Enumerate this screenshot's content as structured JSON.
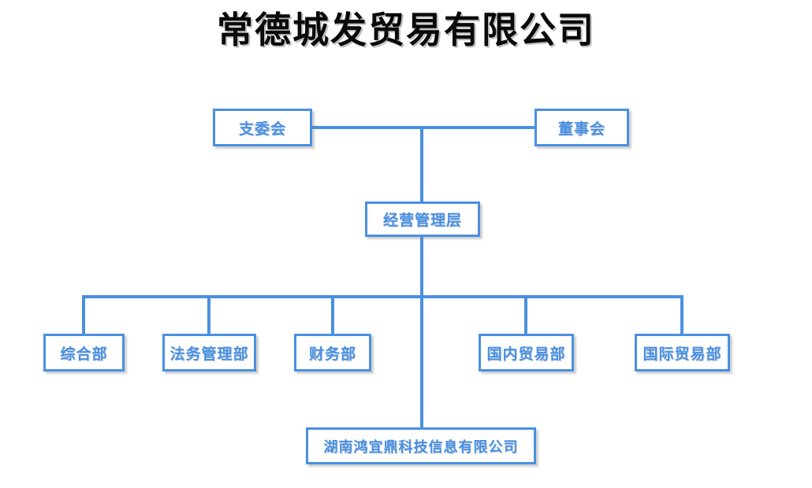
{
  "title": "常德城发贸易有限公司",
  "theme": {
    "accent": "#4a90e2",
    "box_fill": "#ffffff",
    "title_color": "#0a0a0a",
    "background": "#ffffff"
  },
  "org_chart": {
    "type": "diagram",
    "levels": [
      {
        "name": "governance",
        "nodes": [
          {
            "id": "party-committee",
            "label": "支委会"
          },
          {
            "id": "board-of-directors",
            "label": "董事会"
          }
        ]
      },
      {
        "name": "management",
        "nodes": [
          {
            "id": "management-layer",
            "label": "经营管理层"
          }
        ]
      },
      {
        "name": "departments",
        "nodes": [
          {
            "id": "general-affairs",
            "label": "综合部"
          },
          {
            "id": "legal-management",
            "label": "法务管理部"
          },
          {
            "id": "finance",
            "label": "财务部"
          },
          {
            "id": "domestic-trade",
            "label": "国内贸易部"
          },
          {
            "id": "international-trade",
            "label": "国际贸易部"
          }
        ]
      },
      {
        "name": "subsidiary",
        "nodes": [
          {
            "id": "hunan-hongyiding",
            "label": "湖南鸿宜鼎科技信息有限公司"
          }
        ]
      }
    ]
  }
}
